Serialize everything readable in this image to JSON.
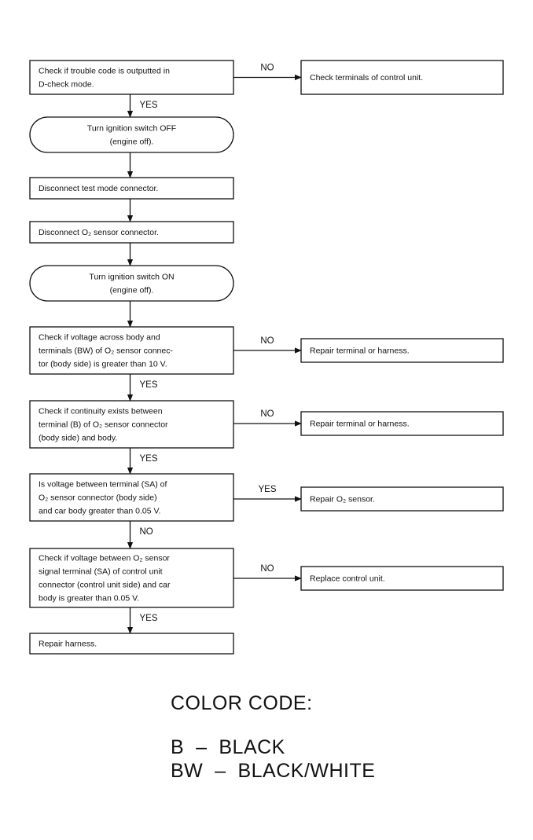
{
  "nodes": [
    {
      "id": "n1",
      "shape": "rect",
      "lines": [
        "Check if trouble code is outputted in",
        "D-check mode."
      ]
    },
    {
      "id": "n1r",
      "shape": "rect",
      "lines": [
        "Check terminals of control unit."
      ]
    },
    {
      "id": "n2",
      "shape": "round",
      "lines": [
        "Turn ignition switch OFF",
        "(engine off)."
      ]
    },
    {
      "id": "n3",
      "shape": "rect",
      "lines": [
        "Disconnect test mode connector."
      ]
    },
    {
      "id": "n4",
      "shape": "rect",
      "lines": [
        "Disconnect O₂ sensor connector."
      ]
    },
    {
      "id": "n5",
      "shape": "round",
      "lines": [
        "Turn ignition switch ON",
        "(engine off)."
      ]
    },
    {
      "id": "n6",
      "shape": "rect",
      "lines": [
        "Check if voltage across body and",
        "terminals (BW) of O₂ sensor connec-",
        "tor (body side) is greater than 10 V."
      ]
    },
    {
      "id": "n6r",
      "shape": "rect",
      "lines": [
        "Repair terminal or harness."
      ]
    },
    {
      "id": "n7",
      "shape": "rect",
      "lines": [
        "Check if continuity exists between",
        "terminal (B) of O₂ sensor connector",
        "(body side) and body."
      ]
    },
    {
      "id": "n7r",
      "shape": "rect",
      "lines": [
        "Repair terminal or harness."
      ]
    },
    {
      "id": "n8",
      "shape": "rect",
      "lines": [
        "Is voltage between terminal (SA) of",
        "O₂ sensor connector (body side)",
        "and car body greater than 0.05 V."
      ]
    },
    {
      "id": "n8r",
      "shape": "rect",
      "lines": [
        "Repair O₂ sensor."
      ]
    },
    {
      "id": "n9",
      "shape": "rect",
      "lines": [
        "Check if voltage between O₂ sensor",
        "signal terminal (SA) of control unit",
        "connector (control unit side) and car",
        "body is greater than 0.05 V."
      ]
    },
    {
      "id": "n9r",
      "shape": "rect",
      "lines": [
        "Replace control unit."
      ]
    },
    {
      "id": "n10",
      "shape": "rect",
      "lines": [
        "Repair harness."
      ]
    }
  ],
  "edges": [
    {
      "from": "n1",
      "to": "n1r",
      "label": "NO"
    },
    {
      "from": "n1",
      "to": "n2",
      "label": "YES"
    },
    {
      "from": "n2",
      "to": "n3",
      "label": ""
    },
    {
      "from": "n3",
      "to": "n4",
      "label": ""
    },
    {
      "from": "n4",
      "to": "n5",
      "label": ""
    },
    {
      "from": "n5",
      "to": "n6",
      "label": ""
    },
    {
      "from": "n6",
      "to": "n6r",
      "label": "NO"
    },
    {
      "from": "n6",
      "to": "n7",
      "label": "YES"
    },
    {
      "from": "n7",
      "to": "n7r",
      "label": "NO"
    },
    {
      "from": "n7",
      "to": "n8",
      "label": "YES"
    },
    {
      "from": "n8",
      "to": "n8r",
      "label": "YES"
    },
    {
      "from": "n8",
      "to": "n9",
      "label": "NO"
    },
    {
      "from": "n9",
      "to": "n9r",
      "label": "NO"
    },
    {
      "from": "n9",
      "to": "n10",
      "label": "YES"
    }
  ],
  "legend": {
    "title": "COLOR CODE:",
    "items": [
      "B  –  BLACK",
      "BW  –  BLACK/WHITE"
    ]
  }
}
